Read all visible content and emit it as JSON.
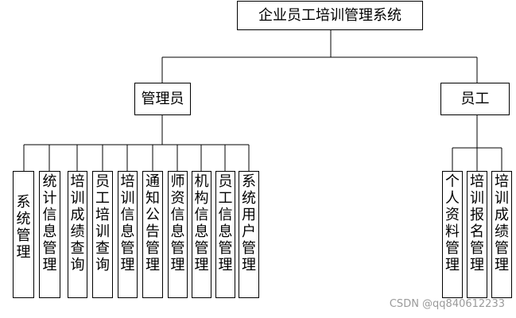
{
  "root": {
    "label": "企业员工培训管理系统"
  },
  "admin": {
    "label": "管理员",
    "modules": [
      "系统管理",
      "统计信息管理",
      "培训成绩查询",
      "员工培训查询",
      "培训信息管理",
      "通知公告管理",
      "师资信息管理",
      "机构信息管理",
      "员工信息管理",
      "系统用户管理"
    ]
  },
  "employee": {
    "label": "员工",
    "modules": [
      "个人资料管理",
      "培训报名管理",
      "培训成绩管理"
    ]
  },
  "watermark": "CSDN @qq840612233"
}
